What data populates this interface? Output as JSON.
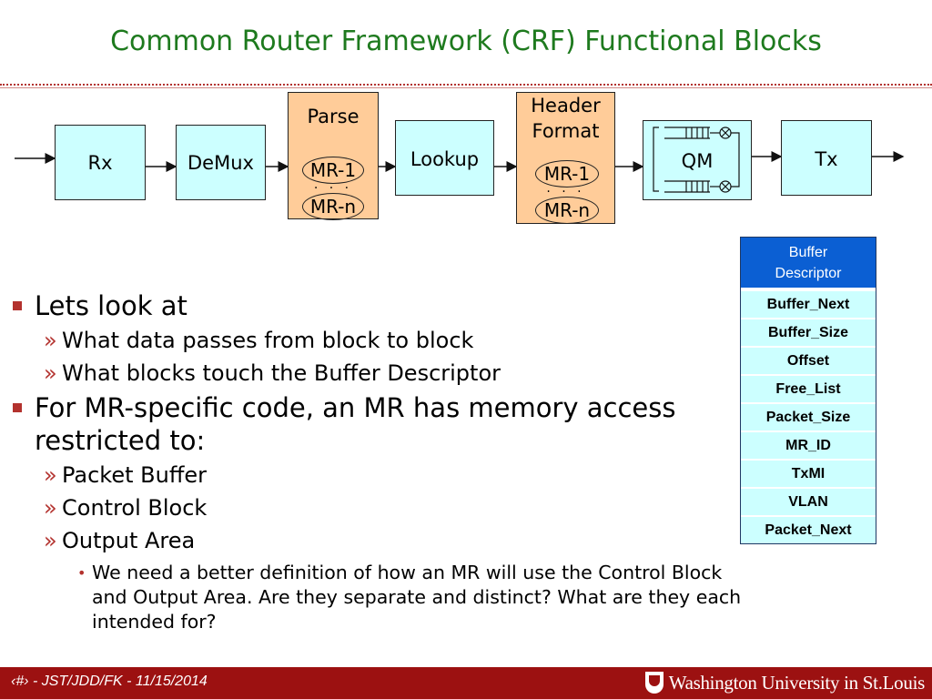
{
  "title": "Common Router Framework (CRF) Functional Blocks",
  "diagram": {
    "rx": "Rx",
    "demux": "DeMux",
    "parse": "Parse",
    "lookup": "Lookup",
    "header_format_line1": "Header",
    "header_format_line2": "Format",
    "qm": "QM",
    "tx": "Tx",
    "mr_first": "MR-1",
    "mr_last": "MR-n",
    "dots": ". . ."
  },
  "bullets": {
    "b1": "Lets look at",
    "b1_sub1": "What data passes from block to block",
    "b1_sub2": "What blocks touch the Buffer Descriptor",
    "b2": "For MR-specific code, an MR has memory access restricted to:",
    "b2_sub1": "Packet Buffer",
    "b2_sub2": "Control Block",
    "b2_sub3": "Output Area",
    "b2_note": "We need a better definition of how an MR will use the Control Block and Output Area. Are they separate and distinct? What are they each intended for?",
    "sub_marker": "»",
    "note_marker": "•"
  },
  "buffer_descriptor": {
    "header_line1": "Buffer",
    "header_line2": "Descriptor",
    "fields": [
      "Buffer_Next",
      "Buffer_Size",
      "Offset",
      "Free_List",
      "Packet_Size",
      "MR_ID",
      "TxMI",
      "VLAN",
      "Packet_Next"
    ]
  },
  "footer": {
    "text": "‹#› - JST/JDD/FK - 11/15/2014",
    "logo": "Washington University in St.Louis"
  },
  "colors": {
    "title": "#1e7a1e",
    "accent": "#b3322e",
    "block_cyan": "#ccffff",
    "block_peach": "#ffcc99",
    "table_header": "#0b5fd3",
    "footer": "#9c1111"
  }
}
